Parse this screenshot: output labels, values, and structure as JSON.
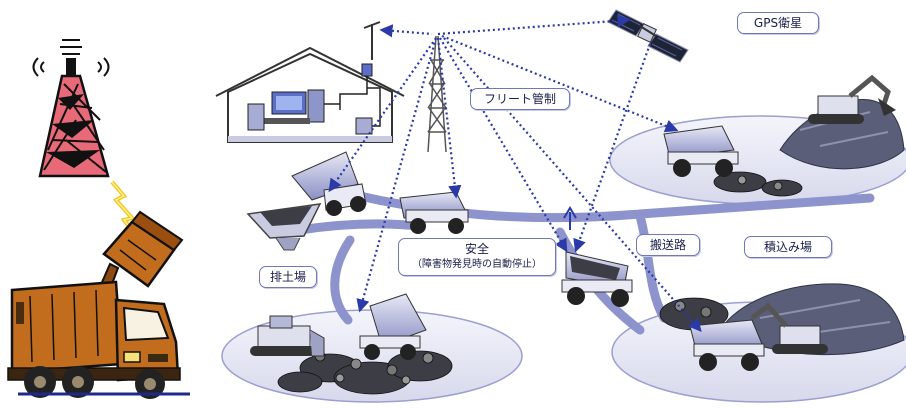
{
  "labels": {
    "gps": "GPS衛星",
    "fleet": "フリート管制",
    "safety_title": "安全",
    "safety_sub": "（障害物発見時の自動停止）",
    "haul_road": "搬送路",
    "loading_site": "積込み場",
    "dump_site": "排土場"
  },
  "colors": {
    "link_dotted": "#2a3aa8",
    "ground": "#e8e9f3",
    "road": "#8d93cc",
    "truck_body": "#c06a1c",
    "tower": "#d9434f"
  },
  "icons": [
    "radio-tower-icon",
    "lightning-icon",
    "garbage-truck-icon",
    "control-house-icon",
    "computer-icon",
    "antenna-icon",
    "gps-satellite-icon",
    "dump-truck-icon",
    "excavator-icon",
    "hopper-icon",
    "bulldozer-icon",
    "ore-pile-icon"
  ]
}
